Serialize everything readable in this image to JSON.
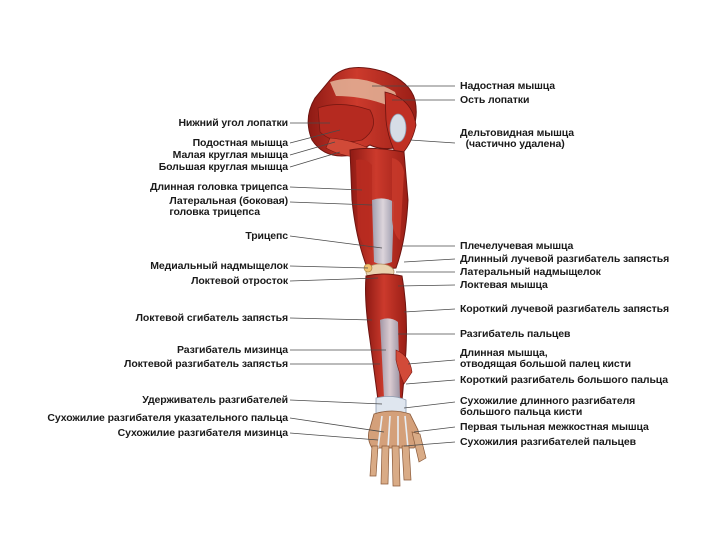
{
  "labels_left": [
    {
      "id": "inferior-angle-scapula",
      "text": "Нижний угол лопатки"
    },
    {
      "id": "infraspinatus",
      "text": "Подостная мышца"
    },
    {
      "id": "teres-minor",
      "text": "Малая круглая мышца"
    },
    {
      "id": "teres-major",
      "text": "Большая круглая мышца"
    },
    {
      "id": "triceps-long-head",
      "text": "Длинная головка трицепса"
    },
    {
      "id": "triceps-lateral-head",
      "text": "Латеральная (боковая)\nголовка трицепса"
    },
    {
      "id": "triceps",
      "text": "Трицепс"
    },
    {
      "id": "medial-epicondyle",
      "text": "Медиальный надмыщелок"
    },
    {
      "id": "olecranon",
      "text": "Локтевой отросток"
    },
    {
      "id": "flexor-carpi-ulnaris",
      "text": "Локтевой сгибатель запястья"
    },
    {
      "id": "extensor-digiti-minimi",
      "text": "Разгибатель мизинца"
    },
    {
      "id": "extensor-carpi-ulnaris",
      "text": "Локтевой разгибатель запястья"
    },
    {
      "id": "extensor-retinaculum",
      "text": "Удерживатель разгибателей"
    },
    {
      "id": "extensor-indicis-tendon",
      "text": "Сухожилие разгибателя указательного пальца"
    },
    {
      "id": "extensor-digiti-minimi-tendon",
      "text": "Сухожилие разгибателя мизинца"
    }
  ],
  "labels_right": [
    {
      "id": "supraspinatus",
      "text": "Надостная мышца"
    },
    {
      "id": "scapular-spine",
      "text": "Ость лопатки"
    },
    {
      "id": "deltoid",
      "text": "Дельтовидная мышца\n  (частично удалена)"
    },
    {
      "id": "brachioradialis",
      "text": "Плечелучевая мышца"
    },
    {
      "id": "extensor-carpi-radialis-longus",
      "text": "Длинный лучевой разгибатель запястья"
    },
    {
      "id": "lateral-epicondyle",
      "text": "Латеральный надмыщелок"
    },
    {
      "id": "anconeus",
      "text": "Локтевая мышца"
    },
    {
      "id": "extensor-carpi-radialis-brevis",
      "text": "Короткий лучевой разгибатель запястья"
    },
    {
      "id": "extensor-digitorum",
      "text": "Разгибатель пальцев"
    },
    {
      "id": "abductor-pollicis-longus",
      "text": "Длинная мышца,\nотводящая большой палец кисти"
    },
    {
      "id": "extensor-pollicis-brevis",
      "text": "Короткий разгибатель большого пальца"
    },
    {
      "id": "extensor-pollicis-longus-tendon",
      "text": "Сухожилие длинного разгибателя\nбольшого пальца кисти"
    },
    {
      "id": "first-dorsal-interosseous",
      "text": "Первая тыльная межкостная мышца"
    },
    {
      "id": "extensor-digitorum-tendons",
      "text": "Сухожилия разгибателей пальцев"
    }
  ],
  "colors": {
    "muscle_dark": "#a8201a",
    "muscle": "#c8362a",
    "muscle_light": "#e0705a",
    "tendon": "#c9d3df",
    "tendon_dark": "#8d9bb0",
    "bone": "#e9d3b0",
    "skin": "#e7b08a"
  }
}
